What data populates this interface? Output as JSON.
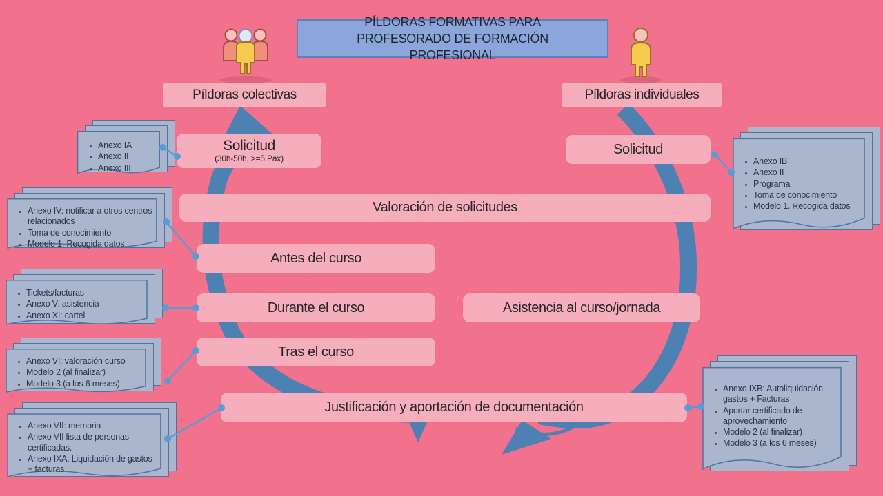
{
  "title": {
    "text": "PÍLDORAS FORMATIVAS PARA PROFESORADO DE FORMACIÓN PROFESIONAL"
  },
  "branches": {
    "left": {
      "label": "Píldoras colectivas",
      "icon": "people-group-icon"
    },
    "right": {
      "label": "Píldoras individuales",
      "icon": "person-icon"
    }
  },
  "steps": {
    "solicitud_left": {
      "label": "Solicitud",
      "sublabel": "(30h-50h, >=5 Pax)"
    },
    "solicitud_right": {
      "label": "Solicitud"
    },
    "valoracion": {
      "label": "Valoración de solicitudes"
    },
    "antes": {
      "label": "Antes del curso"
    },
    "durante": {
      "label": "Durante el curso"
    },
    "asistencia": {
      "label": "Asistencia al curso/jornada"
    },
    "tras": {
      "label": "Tras el curso"
    },
    "justificacion": {
      "label": "Justificación y aportación de documentación"
    }
  },
  "documents": {
    "left_1": {
      "items": [
        "Anexo IA",
        "Anexo II",
        "Anexo III"
      ]
    },
    "left_2": {
      "items": [
        "Anexo IV: notificar a otros centros relacionados",
        "Toma de conocimiento",
        "Modelo 1. Recogida datos"
      ]
    },
    "left_3": {
      "items": [
        "Tickets/facturas",
        "Anexo V: asistencia",
        "Anexo XI: cartel"
      ]
    },
    "left_4": {
      "items": [
        "Anexo VI: valoración curso",
        "Modelo 2 (al finalizar)",
        "Modelo 3 (a los 6 meses)"
      ]
    },
    "left_5": {
      "items": [
        "Anexo VII: memoria",
        "Anexo VII lista de personas certificadas.",
        "Anexo IXA: Liquidación de gastos + facturas"
      ]
    },
    "right_1": {
      "items": [
        "Anexo IB",
        "Anexo II",
        "Programa",
        "Toma de conocimiento",
        "Modelo 1. Recogida datos"
      ]
    },
    "right_2": {
      "items": [
        "Anexo IXB: Autoliquidación gastos + Facturas",
        "Aportar certificado de aprovechamiento",
        "Modelo 2 (al finalizar)",
        "Modelo 3 (a los 6 meses)"
      ]
    }
  },
  "colors": {
    "background": "#F2718C",
    "step_box": "#F6AEBD",
    "title_fill": "#8CA6DB",
    "title_border": "#5D7FC4",
    "document_fill": "#AAB6CE",
    "document_border": "#50749F",
    "cycle_arrow": "#4D80B3",
    "connector": "#5B9BD5"
  }
}
